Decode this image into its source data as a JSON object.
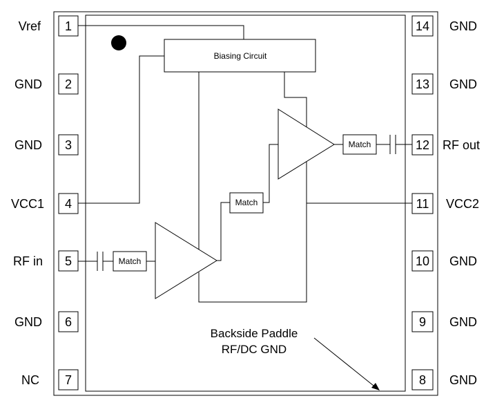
{
  "pins": {
    "p1": {
      "num": "1",
      "label": "Vref"
    },
    "p2": {
      "num": "2",
      "label": "GND"
    },
    "p3": {
      "num": "3",
      "label": "GND"
    },
    "p4": {
      "num": "4",
      "label": "VCC1"
    },
    "p5": {
      "num": "5",
      "label": "RF in"
    },
    "p6": {
      "num": "6",
      "label": "GND"
    },
    "p7": {
      "num": "7",
      "label": "NC"
    },
    "p8": {
      "num": "8",
      "label": "GND"
    },
    "p9": {
      "num": "9",
      "label": "GND"
    },
    "p10": {
      "num": "10",
      "label": "GND"
    },
    "p11": {
      "num": "11",
      "label": "VCC2"
    },
    "p12": {
      "num": "12",
      "label": "RF out"
    },
    "p13": {
      "num": "13",
      "label": "GND"
    },
    "p14": {
      "num": "14",
      "label": "GND"
    }
  },
  "blocks": {
    "biasing": "Biasing Circuit",
    "match_input": "Match",
    "match_interstage": "Match",
    "match_output": "Match"
  },
  "paddle": {
    "line1": "Backside Paddle",
    "line2": "RF/DC GND"
  }
}
